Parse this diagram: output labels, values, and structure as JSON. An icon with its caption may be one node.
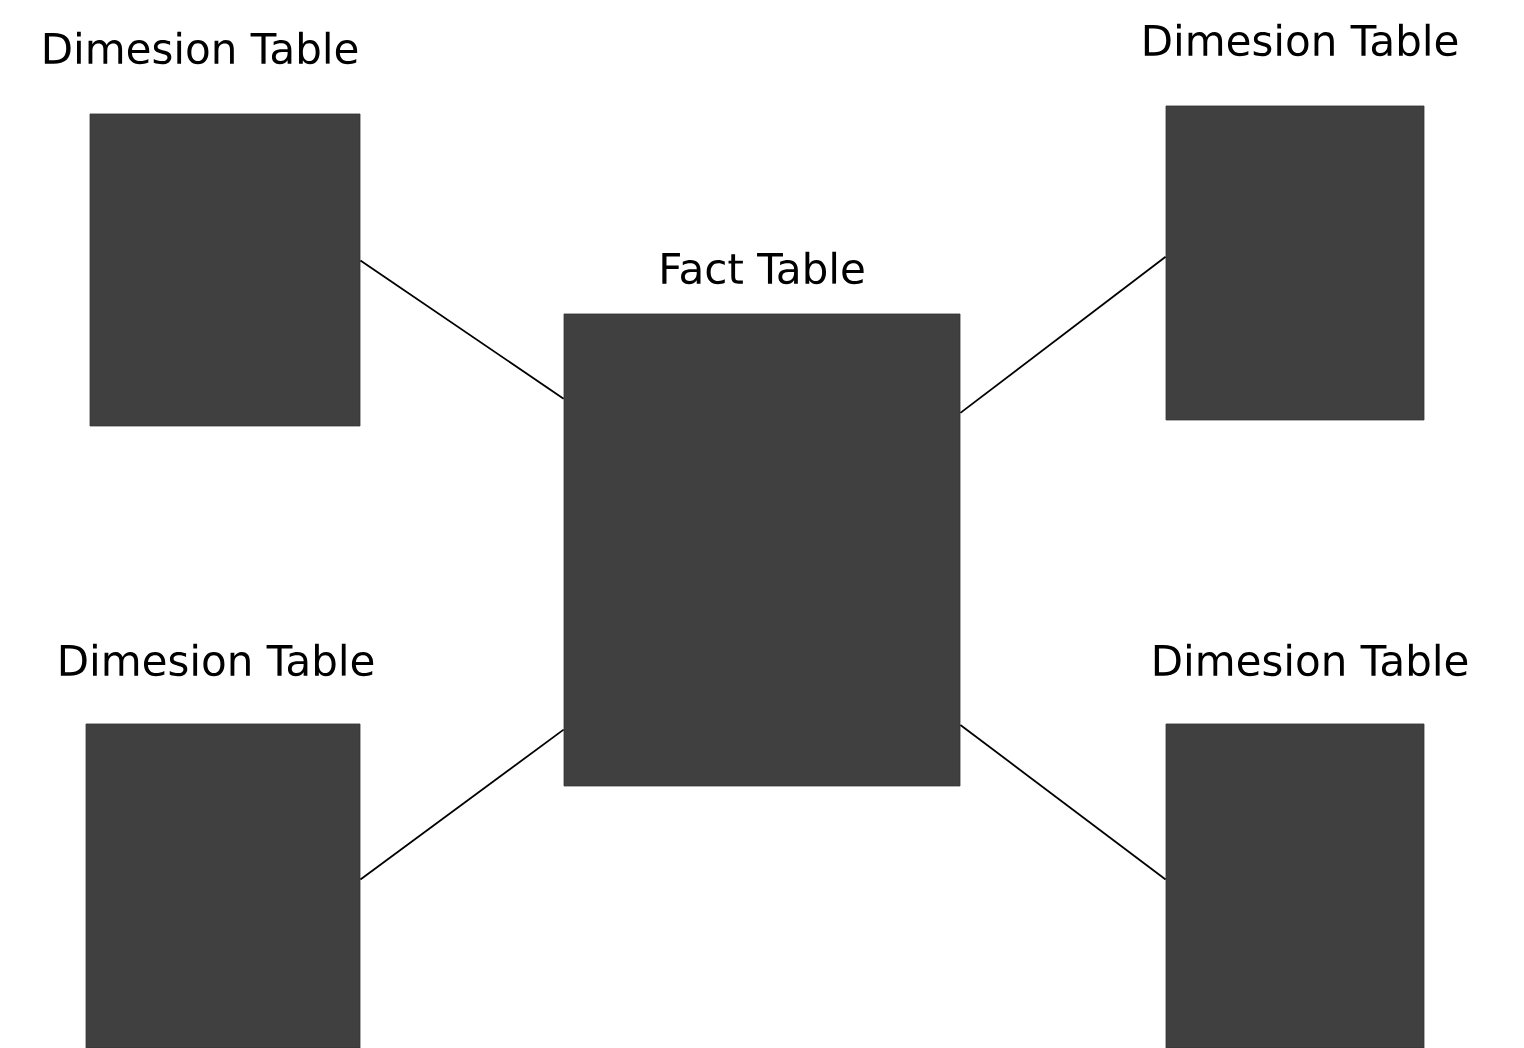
{
  "diagram": {
    "nodes": [
      {
        "text": [
          "Dimesion Table"
        ]
      },
      {
        "text": [
          "Dimesion Table"
        ]
      },
      {
        "text": [
          "Fact Table"
        ]
      },
      {
        "text": [
          "Dimesion Table"
        ]
      },
      {
        "text": [
          "Dimesion Table"
        ]
      }
    ],
    "edges": [
      {
        "from": 0,
        "to": 2,
        "arrow": "none"
      },
      {
        "from": 1,
        "to": 2,
        "arrow": "none"
      },
      {
        "from": 3,
        "to": 2,
        "arrow": "none"
      },
      {
        "from": 4,
        "to": 2,
        "arrow": "none"
      }
    ]
  }
}
